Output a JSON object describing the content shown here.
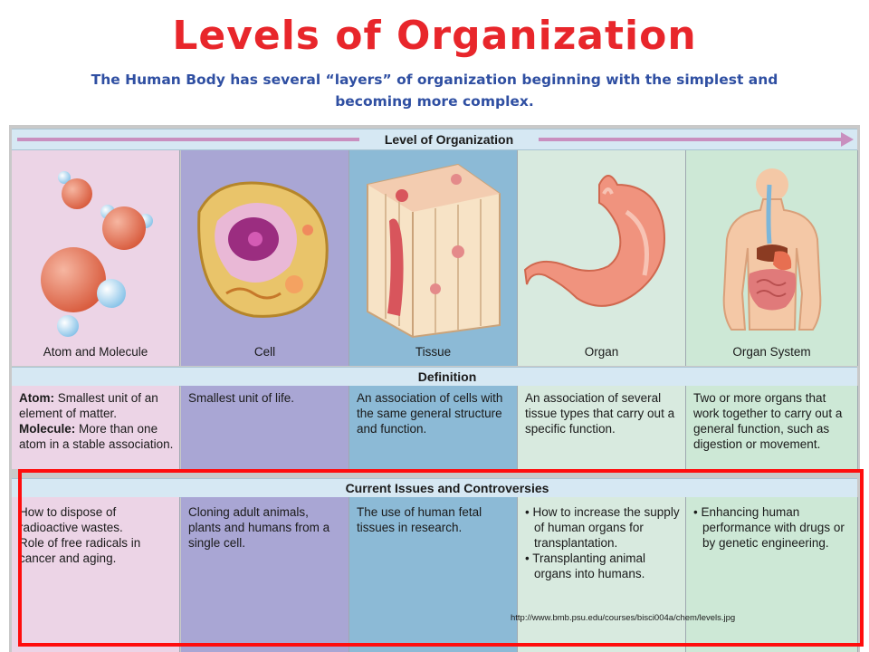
{
  "title": "Levels of Organization",
  "subtitle": "The Human Body has several “layers” of organization beginning with the simplest and becoming more complex.",
  "figure": {
    "header_band": "Level of Organization",
    "definition_band": "Definition",
    "issues_band": "Current Issues and Controversies",
    "columns": [
      {
        "name": "Atom and Molecule",
        "bg": "#ecd4e6",
        "definition": [
          {
            "bold": "Atom:",
            "rest": " Smallest unit of an element of matter."
          },
          {
            "bold": "Molecule:",
            "rest": " More than one atom in a stable association."
          }
        ],
        "issues": [
          "How to dispose of radioactive wastes.",
          "Role of free radicals in cancer and aging."
        ]
      },
      {
        "name": "Cell",
        "bg": "#a9a6d4",
        "definition": [
          {
            "bold": "",
            "rest": "Smallest unit of life."
          }
        ],
        "issues": [
          "Cloning adult animals, plants and humans from a single cell."
        ]
      },
      {
        "name": "Tissue",
        "bg": "#8cbad6",
        "definition": [
          {
            "bold": "",
            "rest": "An association of cells with the same general structure and function."
          }
        ],
        "issues": [
          "The use of human fetal tissues in research."
        ]
      },
      {
        "name": "Organ",
        "bg": "#d8eadf",
        "definition": [
          {
            "bold": "",
            "rest": "An association of several tissue types that carry out a specific function."
          }
        ],
        "issues": [
          "• How to increase the supply of human organs for transplantation.",
          "• Transplanting animal organs into humans."
        ]
      },
      {
        "name": "Organ System",
        "bg": "#cde8d6",
        "definition": [
          {
            "bold": "",
            "rest": "Two or more organs that work together to carry out a general function, such as digestion or movement."
          }
        ],
        "issues": [
          "• Enhancing human performance with drugs or by genetic engineering."
        ]
      }
    ],
    "source": "http://www.bmb.psu.edu/courses/bisci004a/chem/levels.jpg",
    "icons": [
      "molecule-illustration",
      "cell-illustration",
      "tissue-illustration",
      "stomach-illustration",
      "organ-system-illustration"
    ],
    "accent": "#e8262b",
    "highlight_color": "#ff0d0d"
  }
}
